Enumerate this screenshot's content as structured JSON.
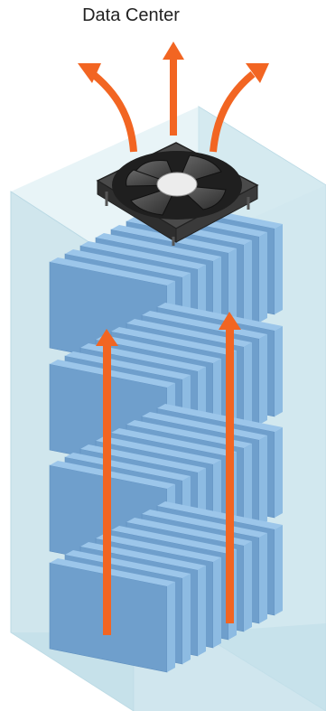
{
  "title": "Data Center",
  "colors": {
    "airflow_arrow": "#f26522",
    "enclosure_glass": "#c9e3ec",
    "enclosure_edge": "#a9cfdc",
    "blade_face": "#6f9fcc",
    "blade_side": "#8dbbe2",
    "fan_frame": "#3a3a3a",
    "fan_blades": "#2a2a2a"
  },
  "icons": {
    "fan": "cooling-fan-icon",
    "airflow": "airflow-arrow-icon"
  },
  "diagram": {
    "blade_rows": 4,
    "blades_per_row": 8,
    "exhaust_arrows": 3,
    "internal_arrows": 2
  }
}
